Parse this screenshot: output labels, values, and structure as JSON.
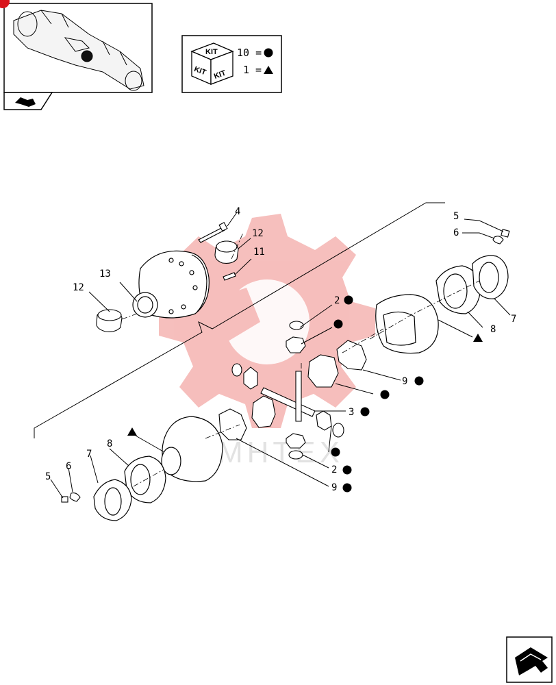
{
  "legend": {
    "kit_word": "KIT",
    "rows": [
      {
        "qty": "10 =",
        "symbol": "circle"
      },
      {
        "qty": "1 =",
        "symbol": "triangle"
      }
    ]
  },
  "watermark": {
    "text": "MHTEX",
    "color": "#e8342f"
  },
  "callouts": [
    {
      "id": "c4",
      "text": "4"
    },
    {
      "id": "c12a",
      "text": "12"
    },
    {
      "id": "c11",
      "text": "11"
    },
    {
      "id": "c13",
      "text": "13"
    },
    {
      "id": "c12b",
      "text": "12"
    },
    {
      "id": "c2a",
      "text": "2"
    },
    {
      "id": "c5a",
      "text": "5"
    },
    {
      "id": "c6a",
      "text": "6"
    },
    {
      "id": "c7a",
      "text": "7"
    },
    {
      "id": "c8a",
      "text": "8"
    },
    {
      "id": "c9a",
      "text": "9"
    },
    {
      "id": "c3",
      "text": "3"
    },
    {
      "id": "c2b",
      "text": "2"
    },
    {
      "id": "c9b",
      "text": "9"
    },
    {
      "id": "c8b",
      "text": "8"
    },
    {
      "id": "c7b",
      "text": "7"
    },
    {
      "id": "c6b",
      "text": "6"
    },
    {
      "id": "c5b",
      "text": "5"
    }
  ],
  "icons": {
    "overview": "axle-overview-thumbnail",
    "nav": "next-page-arrow-icon"
  }
}
